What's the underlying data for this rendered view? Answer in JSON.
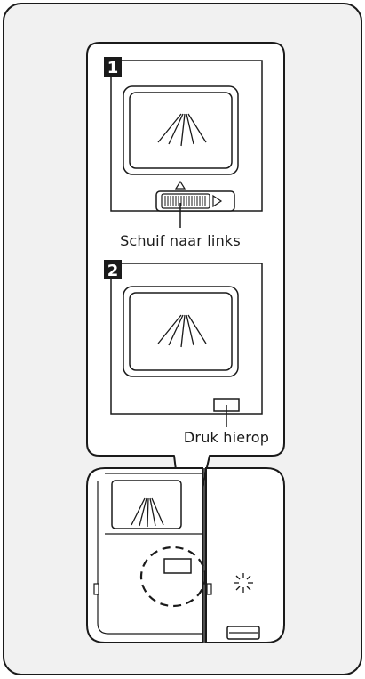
{
  "steps": [
    {
      "number": "1",
      "caption": "Schuif naar links"
    },
    {
      "number": "2",
      "caption": "Druk hierop"
    }
  ],
  "colors": {
    "frame_bg": "#f1f1f1",
    "line": "#1a1a1a",
    "panel_bg": "#ffffff",
    "badge_bg": "#1a1a1a"
  }
}
